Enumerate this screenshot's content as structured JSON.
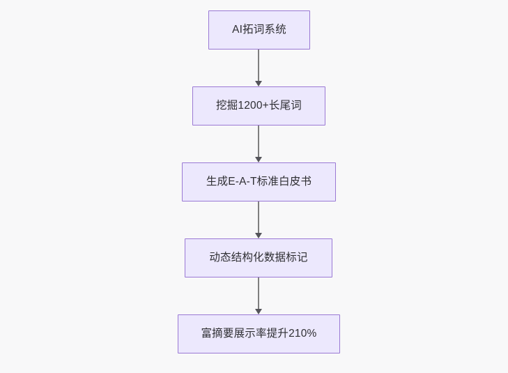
{
  "diagram": {
    "type": "flowchart",
    "direction": "top-to-bottom",
    "background_color": "#f8f8f9",
    "node_fill_color": "#ece8fd",
    "node_border_color": "#9a78d4",
    "node_text_color": "#2f2f33",
    "edge_color": "#7f7f7f",
    "arrowhead_color": "#54545a",
    "nodes": [
      {
        "id": "n1",
        "label": "AI拓词系统"
      },
      {
        "id": "n2",
        "label": "挖掘1200+长尾词"
      },
      {
        "id": "n3",
        "label": "生成E-A-T标准白皮书"
      },
      {
        "id": "n4",
        "label": "动态结构化数据标记"
      },
      {
        "id": "n5",
        "label": "富摘要展示率提升210%"
      }
    ],
    "edges": [
      {
        "from": "n1",
        "to": "n2",
        "label": ""
      },
      {
        "from": "n2",
        "to": "n3",
        "label": ""
      },
      {
        "from": "n3",
        "to": "n4",
        "label": ""
      },
      {
        "from": "n4",
        "to": "n5",
        "label": ""
      }
    ]
  }
}
